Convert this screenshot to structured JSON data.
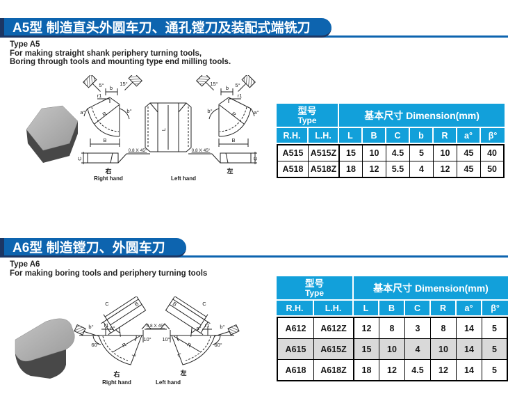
{
  "colors": {
    "banner_blue": "#0d64af",
    "banner_dark_navy": "#1c3663",
    "table_header_cyan": "#12a0da",
    "highlight_row_gray": "#d9d9d9"
  },
  "sections": [
    {
      "banner": "A5型 制造直头外圆车刀、通孔镗刀及装配式端铣刀",
      "type_label": "Type A5",
      "desc1": "For making straight shank periphery turning tools,",
      "desc2": "Boring through tools and mounting type end milling tools.",
      "drawing": {
        "angle5": "5°",
        "angle15": "15°",
        "b": "b",
        "r1": "r1",
        "a_deg": "a°",
        "b_deg": "b°",
        "R": "R",
        "B": "B",
        "L": "L",
        "C": "C",
        "chamfer": "0.8 X 45°",
        "right_cn": "右",
        "right_en": "Right hand",
        "left_cn": "左",
        "left_en": "Left hand"
      },
      "table": {
        "type_cn": "型号",
        "type_en": "Type",
        "dim_header": "基本尺寸  Dimension(mm)",
        "columns": [
          "R.H.",
          "L.H.",
          "L",
          "B",
          "C",
          "b",
          "R",
          "a°",
          "β°"
        ],
        "rows": [
          [
            "A515",
            "A515Z",
            "15",
            "10",
            "4.5",
            "5",
            "10",
            "45",
            "40"
          ],
          [
            "A518",
            "A518Z",
            "18",
            "12",
            "5.5",
            "4",
            "12",
            "45",
            "50"
          ]
        ]
      }
    },
    {
      "banner": "A6型 制造镗刀、外圆车刀",
      "type_label": "Type A6",
      "desc1": "For making boring tools and periphery turning tools",
      "drawing": {
        "angle60": "60°",
        "angle10": "10°",
        "b_deg": "b°",
        "a_deg": "a°",
        "r1": "r1",
        "R": "R",
        "B": "B",
        "L": "L",
        "C": "C",
        "chamfer": "0.8 X 45°",
        "right_cn": "右",
        "right_en": "Right hand",
        "left_cn": "左",
        "left_en": "Left hand"
      },
      "table": {
        "type_cn": "型号",
        "type_en": "Type",
        "dim_header": "基本尺寸  Dimension(mm)",
        "columns": [
          "R.H.",
          "L.H.",
          "L",
          "B",
          "C",
          "R",
          "a°",
          "β°"
        ],
        "rows": [
          [
            "A612",
            "A612Z",
            "12",
            "8",
            "3",
            "8",
            "14",
            "5"
          ],
          [
            "A615",
            "A615Z",
            "15",
            "10",
            "4",
            "10",
            "14",
            "5"
          ],
          [
            "A618",
            "A618Z",
            "18",
            "12",
            "4.5",
            "12",
            "14",
            "5"
          ]
        ],
        "highlighted_row_index": 1
      }
    }
  ]
}
